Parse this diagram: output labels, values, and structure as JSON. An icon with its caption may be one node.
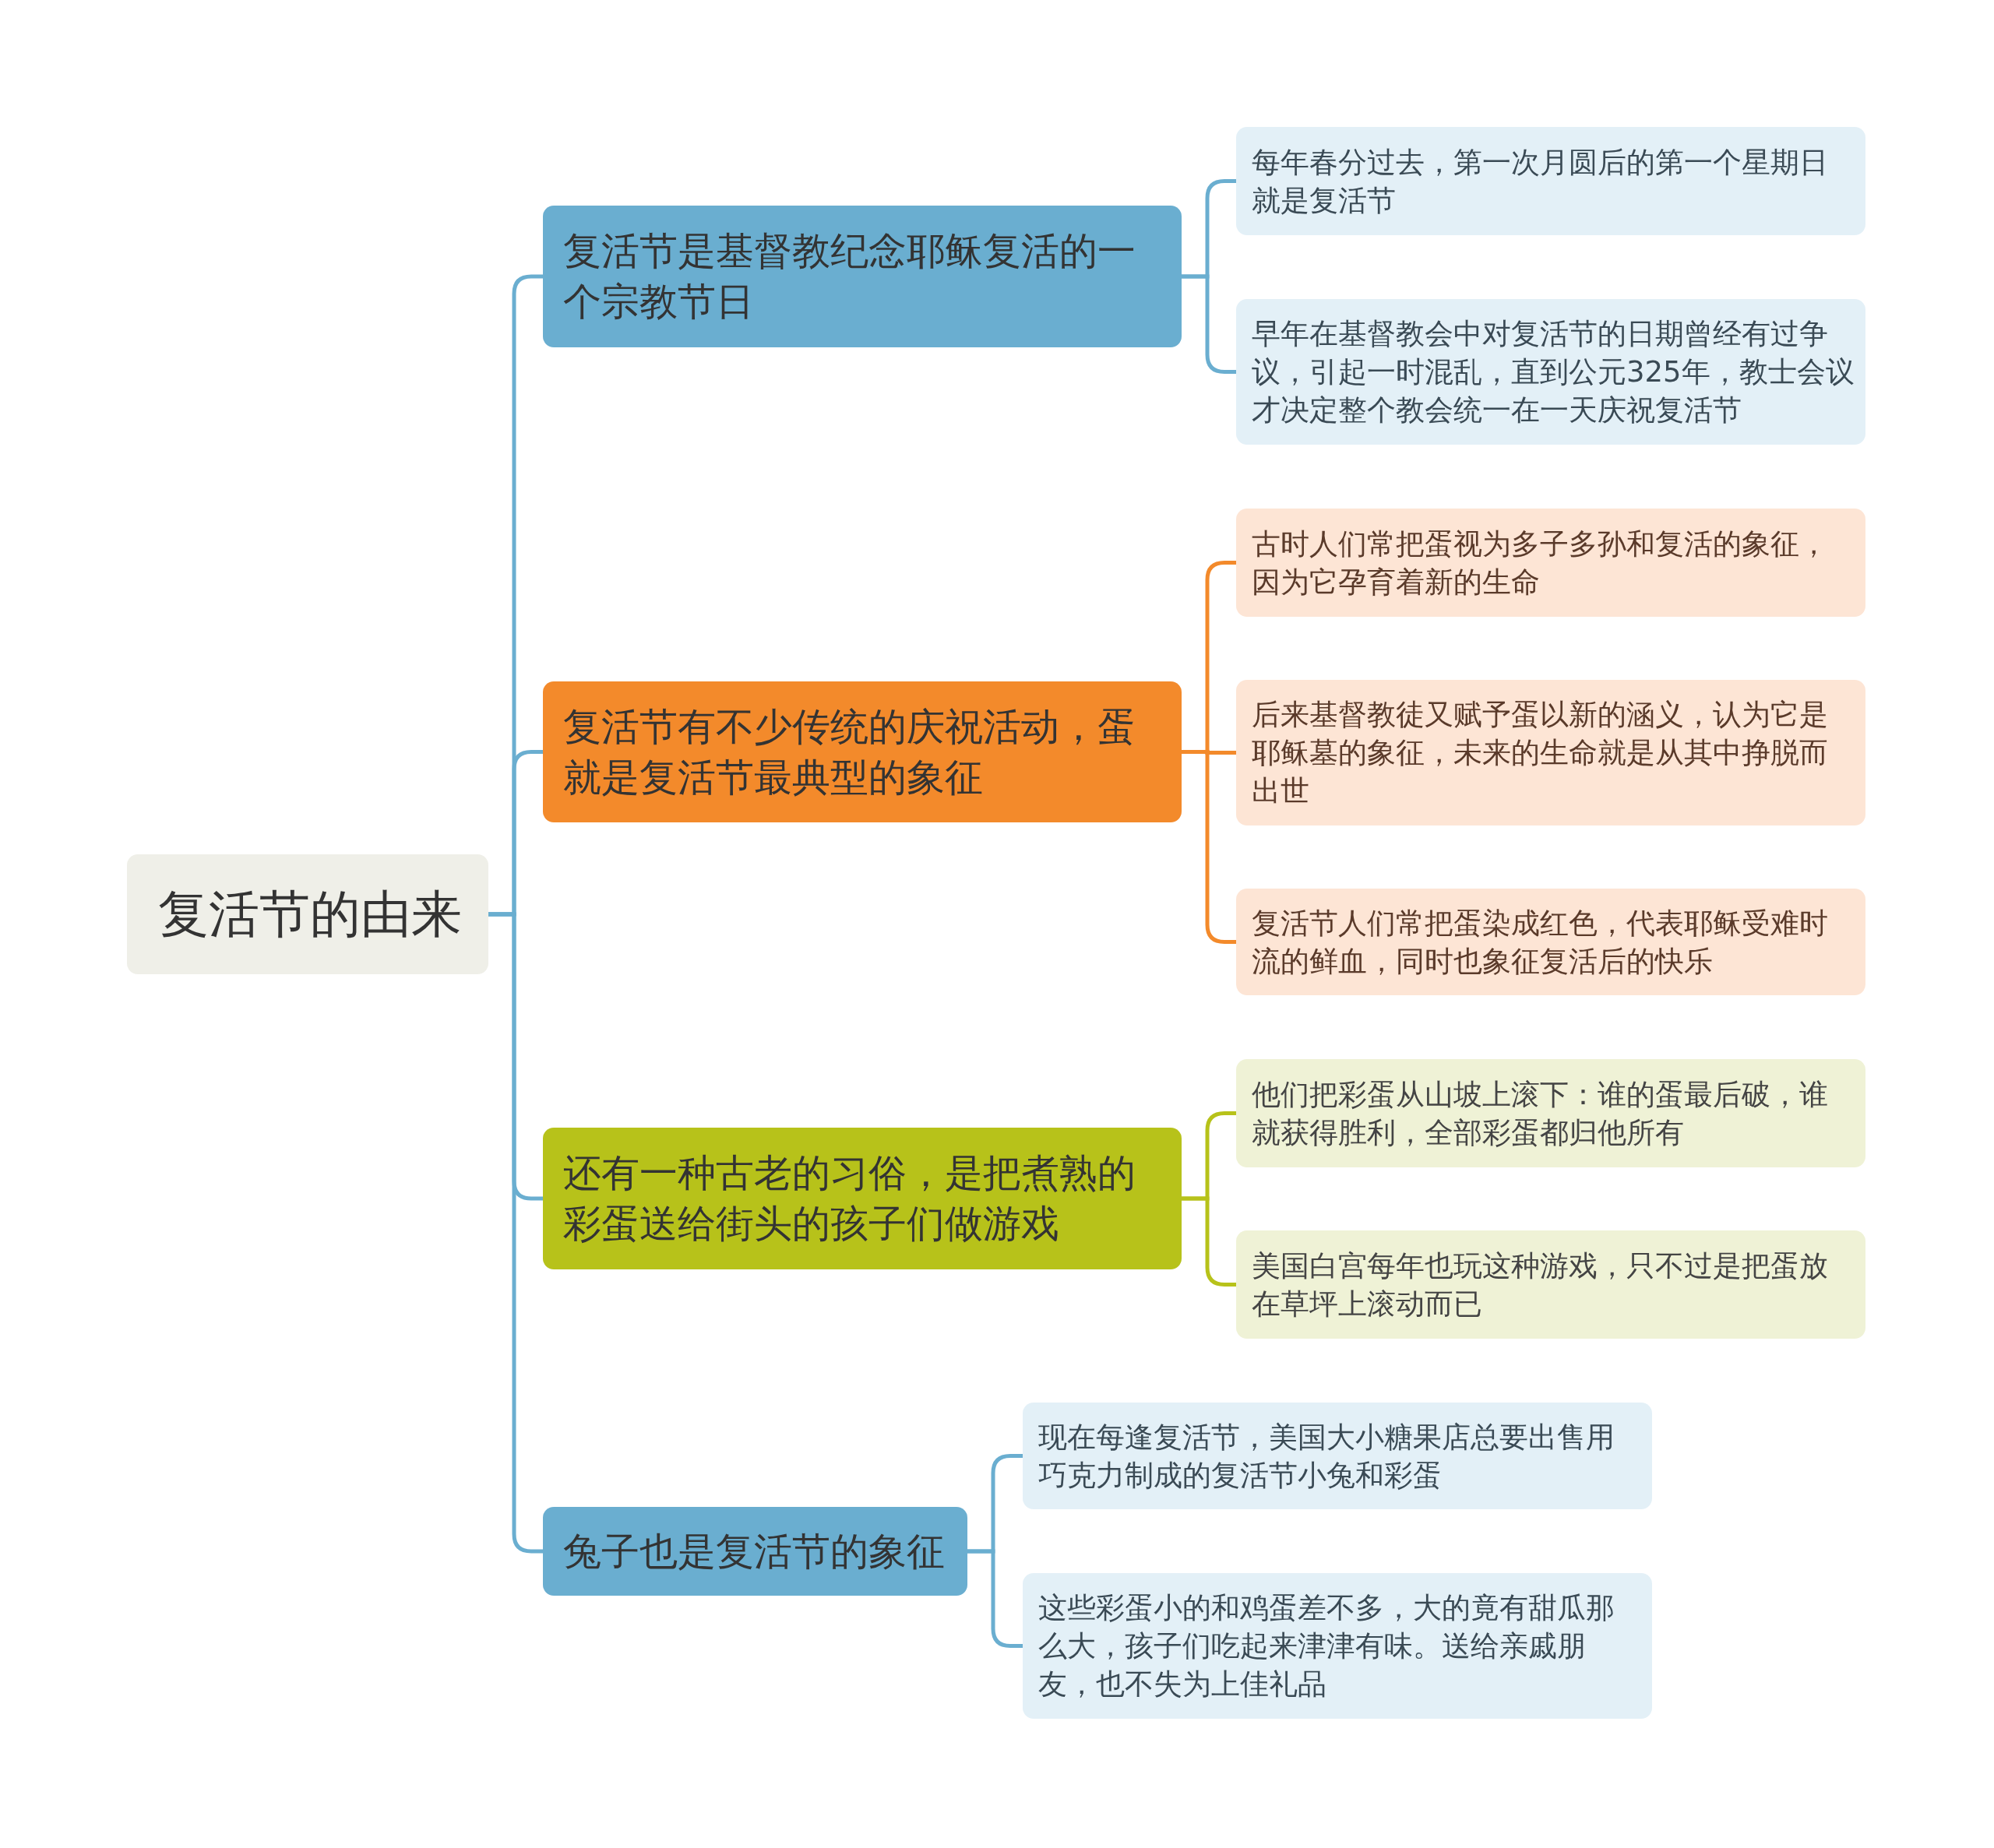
{
  "diagram": {
    "nodes": [
      {
        "text": [
          "复活节的由来"
        ]
      },
      {
        "text": [
          "复活节是基督教纪念耶稣复活的一个宗教节日"
        ]
      },
      {
        "text": [
          "每年春分过去，第一次月圆后的第一个星期日就是复活节"
        ]
      },
      {
        "text": [
          "早年在基督教会中对复活节的日期曾经有过争议，引起一时混乱，直到公元325年，教士会议才决定整个教会统一在一天庆祝复活节"
        ]
      },
      {
        "text": [
          "复活节有不少传统的庆祝活动，蛋就是复活节最典型的象征"
        ]
      },
      {
        "text": [
          "古时人们常把蛋视为多子多孙和复活的象征，因为它孕育着新的生命"
        ]
      },
      {
        "text": [
          "后来基督教徒又赋予蛋以新的涵义，认为它是耶稣墓的象征，未来的生命就是从其中挣脱而出世"
        ]
      },
      {
        "text": [
          "复活节人们常把蛋染成红色，代表耶稣受难时流的鲜血，同时也象征复活后的快乐"
        ]
      },
      {
        "text": [
          "还有一种古老的习俗，是把煮熟的彩蛋送给街头的孩子们做游戏"
        ]
      },
      {
        "text": [
          "他们把彩蛋从山坡上滚下：谁的蛋最后破，谁就获得胜利，全部彩蛋都归他所有"
        ]
      },
      {
        "text": [
          "美国白宫每年也玩这种游戏，只不过是把蛋放在草坪上滚动而已"
        ]
      },
      {
        "text": [
          "兔子也是复活节的象征"
        ]
      },
      {
        "text": [
          "现在每逢复活节，美国大小糖果店总要出售用巧克力制成的复活节小兔和彩蛋"
        ]
      },
      {
        "text": [
          "这些彩蛋小的和鸡蛋差不多，大的竟有甜瓜那么大，孩子们吃起来津津有味。送给亲戚朋友，也不失为上佳礼品"
        ]
      }
    ],
    "edges": [
      {
        "from": 0,
        "to": 1,
        "arrow": "none"
      },
      {
        "from": 0,
        "to": 4,
        "arrow": "none"
      },
      {
        "from": 0,
        "to": 8,
        "arrow": "none"
      },
      {
        "from": 0,
        "to": 11,
        "arrow": "none"
      },
      {
        "from": 1,
        "to": 2,
        "arrow": "none"
      },
      {
        "from": 1,
        "to": 3,
        "arrow": "none"
      },
      {
        "from": 4,
        "to": 5,
        "arrow": "none",
        "color": "#f38a2b"
      },
      {
        "from": 4,
        "to": 6,
        "arrow": "none",
        "color": "#f38a2b"
      },
      {
        "from": 4,
        "to": 7,
        "arrow": "none",
        "color": "#f38a2b"
      },
      {
        "from": 8,
        "to": 9,
        "arrow": "none",
        "color": "#b7c21a"
      },
      {
        "from": 8,
        "to": 10,
        "arrow": "none",
        "color": "#b7c21a"
      },
      {
        "from": 11,
        "to": 12,
        "arrow": "none"
      },
      {
        "from": 11,
        "to": 13,
        "arrow": "none"
      }
    ]
  }
}
